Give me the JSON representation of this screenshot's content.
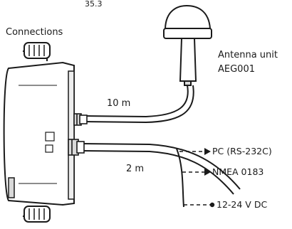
{
  "page": {
    "number": "35.3"
  },
  "diagram": {
    "title": "Connections",
    "antenna": {
      "name": "Antenna unit",
      "model": "AEG001"
    },
    "cables": {
      "antenna_cable_length": "10 m",
      "data_cable_length": "2 m"
    },
    "outputs": [
      {
        "label": "PC (RS-232C)"
      },
      {
        "label": "NMEA 0183"
      },
      {
        "label": "12-24 V DC"
      }
    ],
    "colors": {
      "line": "#1a1a1a",
      "fill": "#ffffff",
      "shade": "#d9d9d9"
    }
  }
}
